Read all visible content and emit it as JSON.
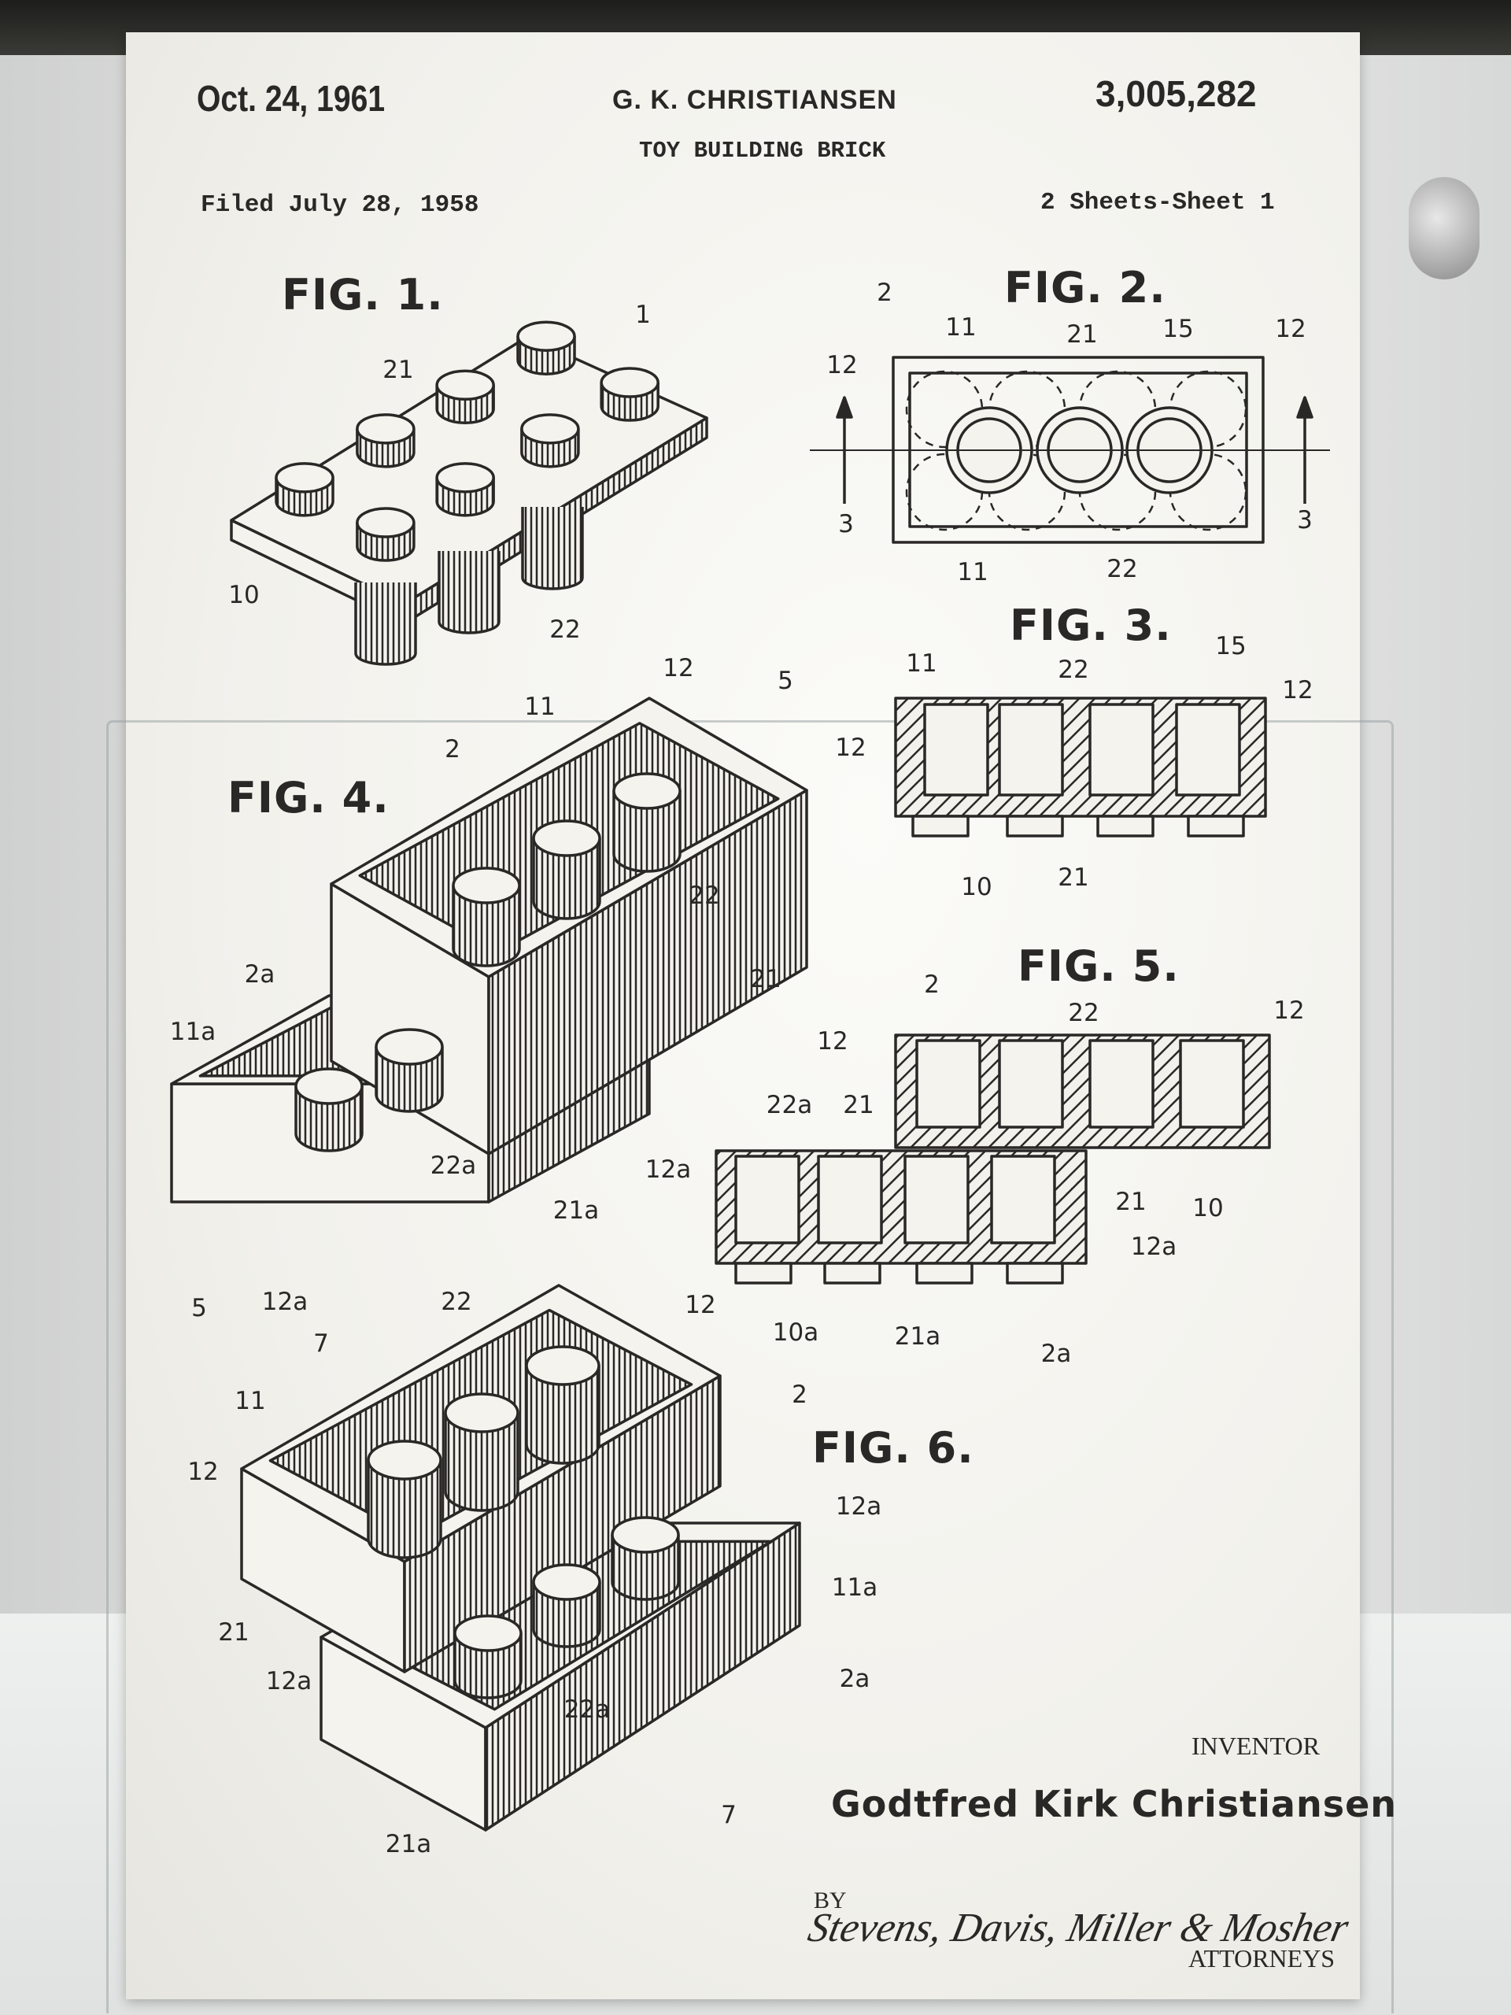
{
  "header": {
    "date": "Oct. 24, 1961",
    "inventor_short": "G. K. CHRISTIANSEN",
    "title": "TOY BUILDING BRICK",
    "patent_number": "3,005,282",
    "filed": "Filed July 28, 1958",
    "sheets": "2 Sheets-Sheet 1"
  },
  "figures": {
    "fig1": {
      "title": "FIG. 1.",
      "labels": [
        "1",
        "21",
        "10",
        "22"
      ]
    },
    "fig2": {
      "title": "FIG. 2.",
      "labels": [
        "2",
        "11",
        "21",
        "15",
        "12",
        "12",
        "3",
        "3",
        "11",
        "22"
      ]
    },
    "fig3": {
      "title": "FIG. 3.",
      "labels": [
        "11",
        "22",
        "15",
        "12",
        "12",
        "10",
        "21"
      ]
    },
    "fig4": {
      "title": "FIG. 4.",
      "labels": [
        "12",
        "5",
        "11",
        "2",
        "22",
        "21",
        "2a",
        "11a",
        "22a",
        "21a",
        "5",
        "12a"
      ]
    },
    "fig5": {
      "title": "FIG. 5.",
      "labels": [
        "2",
        "22",
        "12",
        "12",
        "22a",
        "21",
        "12a",
        "21",
        "10",
        "12a",
        "10a",
        "21a",
        "2a"
      ]
    },
    "fig6": {
      "title": "FIG. 6.",
      "labels": [
        "22",
        "12",
        "7",
        "2",
        "11",
        "12",
        "12a",
        "11a",
        "21",
        "12a",
        "2a",
        "22a",
        "7",
        "21a"
      ]
    }
  },
  "footer": {
    "inventor_caption": "INVENTOR",
    "inventor_name": "Godtfred Kirk Christiansen",
    "by": "BY",
    "attorneys_signature": "Stevens, Davis, Miller & Mosher",
    "attorneys_caption": "ATTORNEYS"
  },
  "colors": {
    "ink": "#2a2826",
    "paper": "#f2f1ec",
    "wall": "#e4e4e3"
  }
}
